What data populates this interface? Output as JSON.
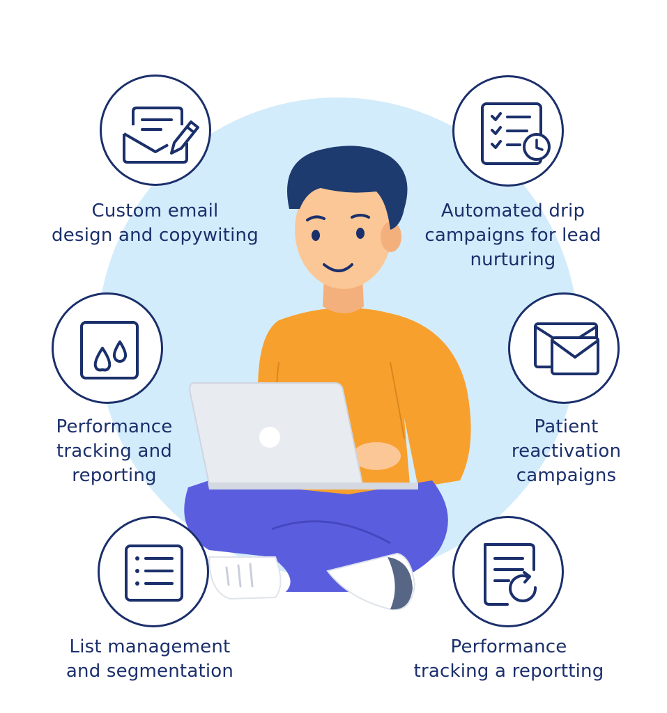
{
  "colors": {
    "navy": "#1b2f6b",
    "background_circle": "#d3ecfb",
    "shirt": "#f7a02d",
    "pants": "#5a5ede",
    "skin": "#fbc796",
    "hair": "#1d3b6e",
    "laptop": "#e8ebf0"
  },
  "features": [
    {
      "icon": "envelope-pencil-icon",
      "lines": [
        "Custom email",
        "design and copywiting"
      ]
    },
    {
      "icon": "checklist-clock-icon",
      "lines": [
        "Automated drip",
        "campaigns for lead",
        "nurturing"
      ]
    },
    {
      "icon": "droplets-icon",
      "lines": [
        "Performance",
        "tracking and",
        "reporting"
      ]
    },
    {
      "icon": "stacked-envelopes-icon",
      "lines": [
        "Patient",
        "reactivation",
        "campaigns"
      ]
    },
    {
      "icon": "list-icon",
      "lines": [
        "List management",
        "and segmentation"
      ]
    },
    {
      "icon": "document-refresh-icon",
      "lines": [
        "Performance",
        "tracking a reportting"
      ]
    }
  ]
}
